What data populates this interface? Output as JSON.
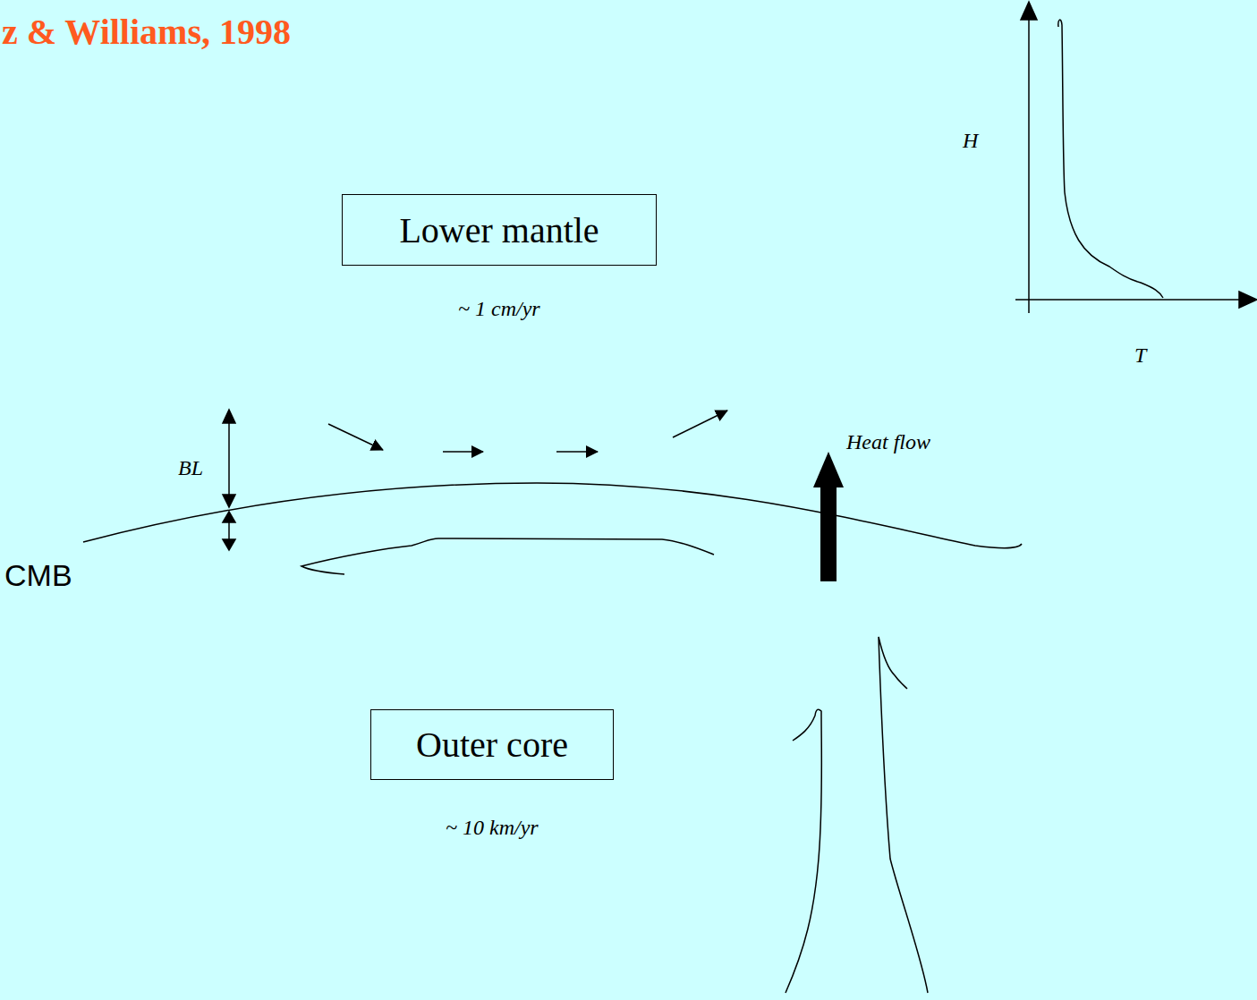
{
  "diagram": {
    "title": "z & Williams, 1998",
    "nodes": [
      {
        "text": [
          "Lower mantle"
        ]
      },
      {
        "text": [
          "Outer core"
        ]
      }
    ],
    "labels": [
      "~ 1 cm/yr",
      "~ 10 km/yr",
      "BL",
      "Heat flow",
      "CMB",
      "H",
      "T"
    ]
  }
}
